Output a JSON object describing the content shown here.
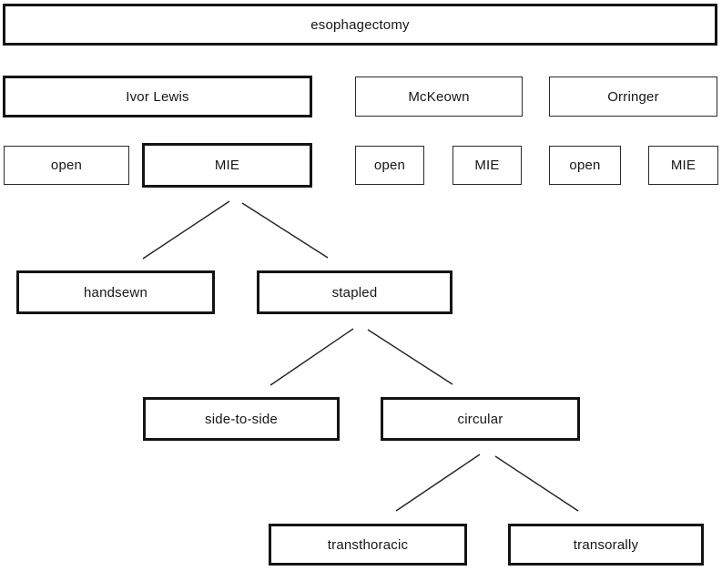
{
  "diagram": {
    "type": "tree",
    "subject": "esophagectomy techniques",
    "nodes": {
      "esophagectomy": {
        "label": "esophagectomy",
        "emphasis": "thick"
      },
      "ivor_lewis": {
        "label": "Ivor Lewis",
        "emphasis": "thick"
      },
      "mckeown": {
        "label": "McKeown",
        "emphasis": "thin"
      },
      "orringer": {
        "label": "Orringer",
        "emphasis": "thin"
      },
      "ivor_lewis_open": {
        "label": "open",
        "emphasis": "thin"
      },
      "ivor_lewis_mie": {
        "label": "MIE",
        "emphasis": "thick"
      },
      "mckeown_open": {
        "label": "open",
        "emphasis": "thin"
      },
      "mckeown_mie": {
        "label": "MIE",
        "emphasis": "thin"
      },
      "orringer_open": {
        "label": "open",
        "emphasis": "thin"
      },
      "orringer_mie": {
        "label": "MIE",
        "emphasis": "thin"
      },
      "handsewn": {
        "label": "handsewn",
        "emphasis": "thick"
      },
      "stapled": {
        "label": "stapled",
        "emphasis": "thick"
      },
      "side_to_side": {
        "label": "side-to-side",
        "emphasis": "thick"
      },
      "circular": {
        "label": "circular",
        "emphasis": "thick"
      },
      "transthoracic": {
        "label": "transthoracic",
        "emphasis": "thick"
      },
      "transorally": {
        "label": "transorally",
        "emphasis": "thick"
      }
    },
    "edges": [
      {
        "from": "ivor_lewis_mie",
        "to": "handsewn"
      },
      {
        "from": "ivor_lewis_mie",
        "to": "stapled"
      },
      {
        "from": "stapled",
        "to": "side_to_side"
      },
      {
        "from": "stapled",
        "to": "circular"
      },
      {
        "from": "circular",
        "to": "transthoracic"
      },
      {
        "from": "circular",
        "to": "transorally"
      }
    ],
    "colors": {
      "background": "#ffffff",
      "border": "#141414",
      "text": "#161616",
      "line": "#222222"
    }
  }
}
